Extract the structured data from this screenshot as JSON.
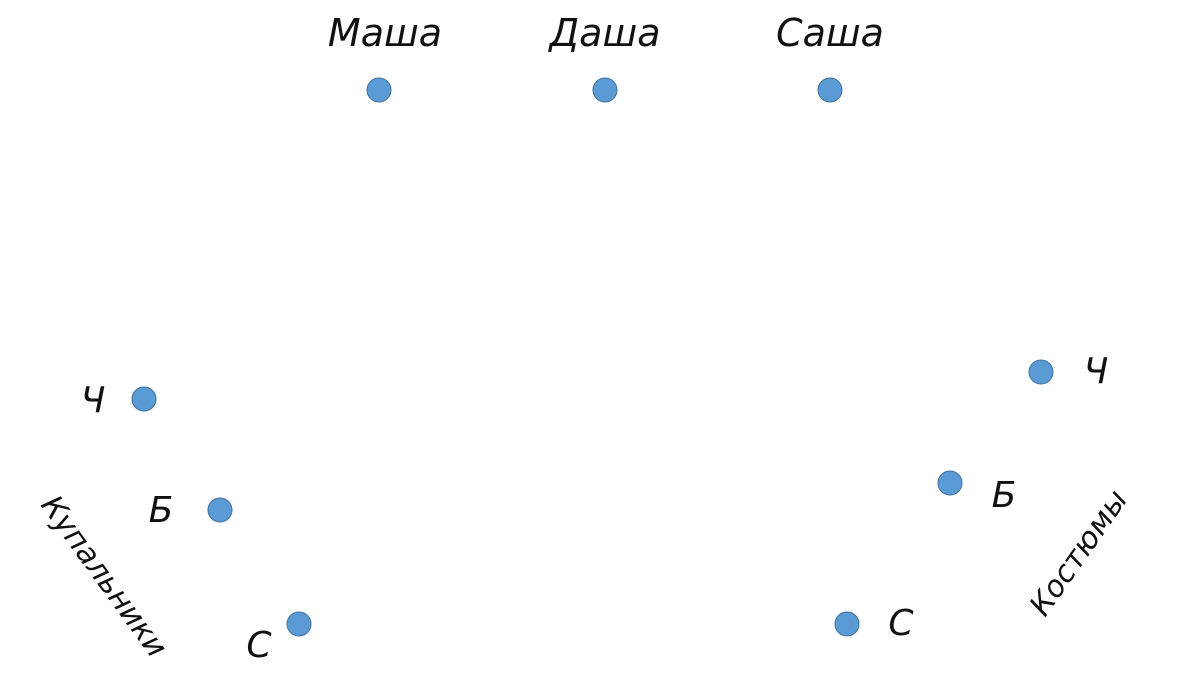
{
  "girls": [
    "Маша",
    "Даша",
    "Саша"
  ],
  "swimsuits": {
    "group_label": "Купальники",
    "colors": [
      "Ч",
      "Б",
      "С"
    ]
  },
  "costumes": {
    "group_label": "Костюмы",
    "colors": [
      "Ч",
      "Б",
      "С"
    ]
  },
  "colors": {
    "dot_fill": "#5b9bd5",
    "dot_stroke": "#41719c",
    "text": "#111111"
  }
}
